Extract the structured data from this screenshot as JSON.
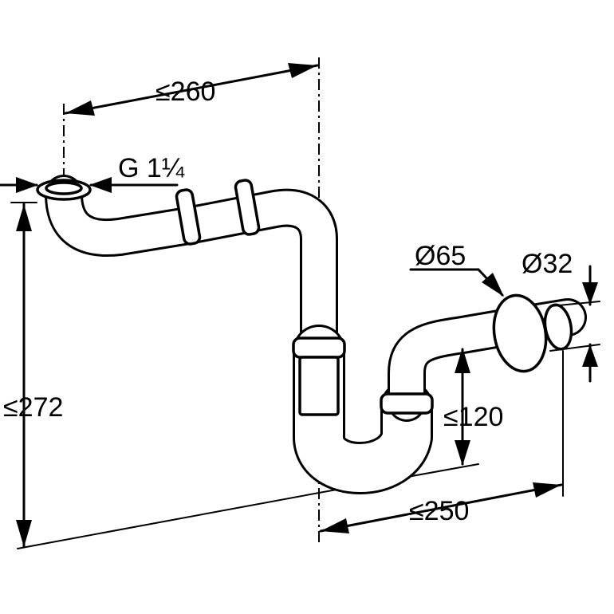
{
  "dimensions": {
    "top_width": "≤260",
    "thread": "G 1¼",
    "total_height": "≤272",
    "outlet_diameter": "Ø65",
    "pipe_diameter": "Ø32",
    "trap_height": "≤120",
    "outlet_width": "≤250"
  },
  "colors": {
    "line": "#000000",
    "background": "#ffffff"
  }
}
